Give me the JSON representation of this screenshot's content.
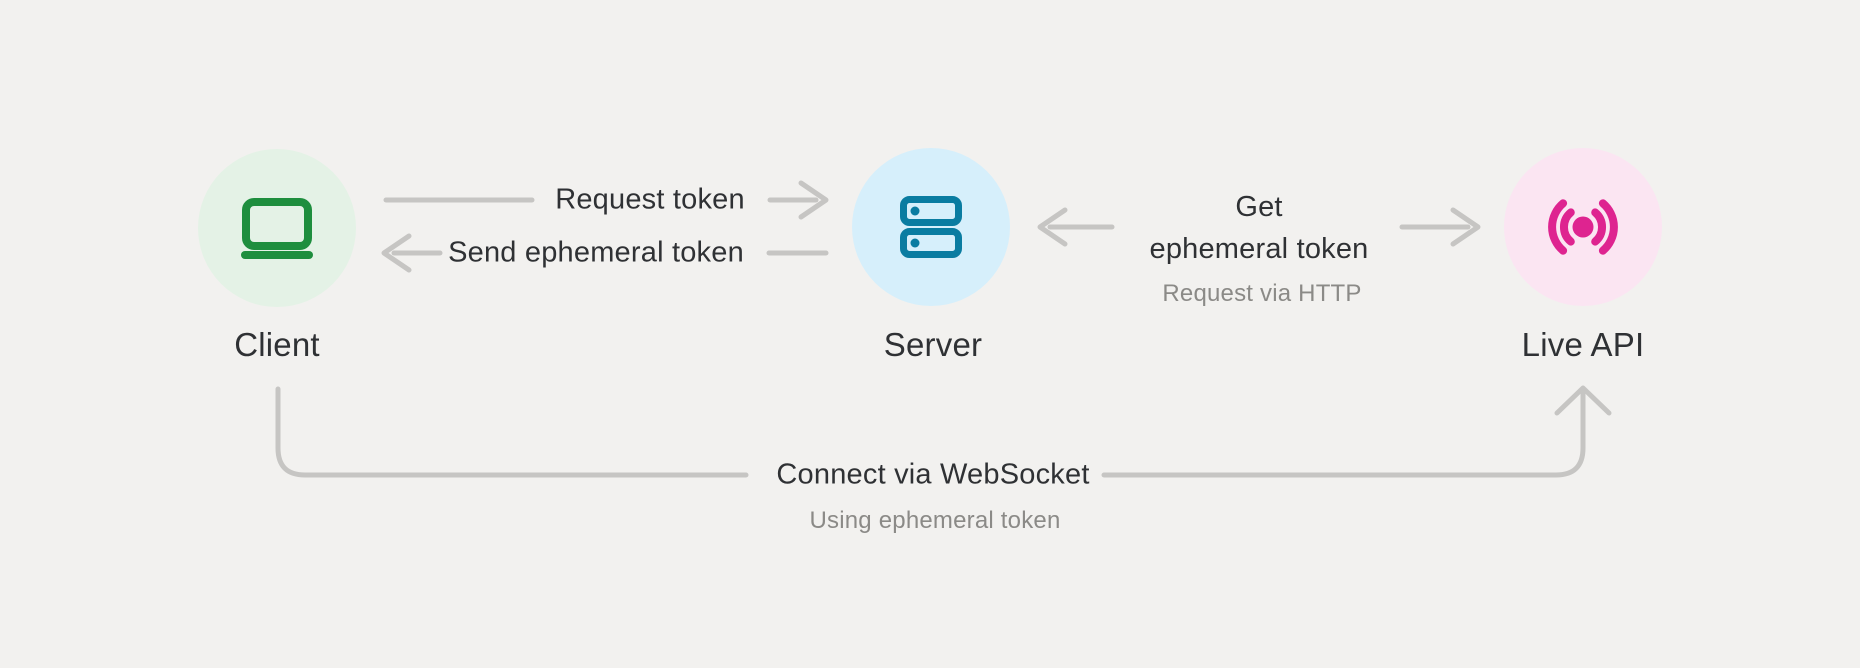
{
  "diagram": {
    "background_color": "#f2f1ef",
    "nodes": {
      "client": {
        "label": "Client",
        "icon": "laptop-icon",
        "icon_color": "#1e8e3e",
        "circle_color": "#e4f2e6"
      },
      "server": {
        "label": "Server",
        "icon": "server-icon",
        "icon_color": "#0a7ca1",
        "circle_color": "#d6effb"
      },
      "live_api": {
        "label": "Live API",
        "icon": "broadcast-icon",
        "icon_color": "#de2490",
        "circle_color": "#fbe5f2"
      }
    },
    "edges": {
      "request_token": {
        "label": "Request token",
        "from": "Client",
        "to": "Server"
      },
      "send_ephemeral_token": {
        "label": "Send ephemeral token",
        "from": "Server",
        "to": "Client"
      },
      "get_ephemeral_token": {
        "line1": "Get",
        "line2": "ephemeral token",
        "caption": "Request via HTTP",
        "from": "Server",
        "to": "Live API"
      },
      "connect_websocket": {
        "label": "Connect via WebSocket",
        "caption": "Using ephemeral token",
        "from": "Client",
        "to": "Live API"
      }
    },
    "colors": {
      "connector_gray": "#c6c5c3",
      "text_dark": "#2f3134",
      "text_gray": "#8b8a87"
    }
  }
}
